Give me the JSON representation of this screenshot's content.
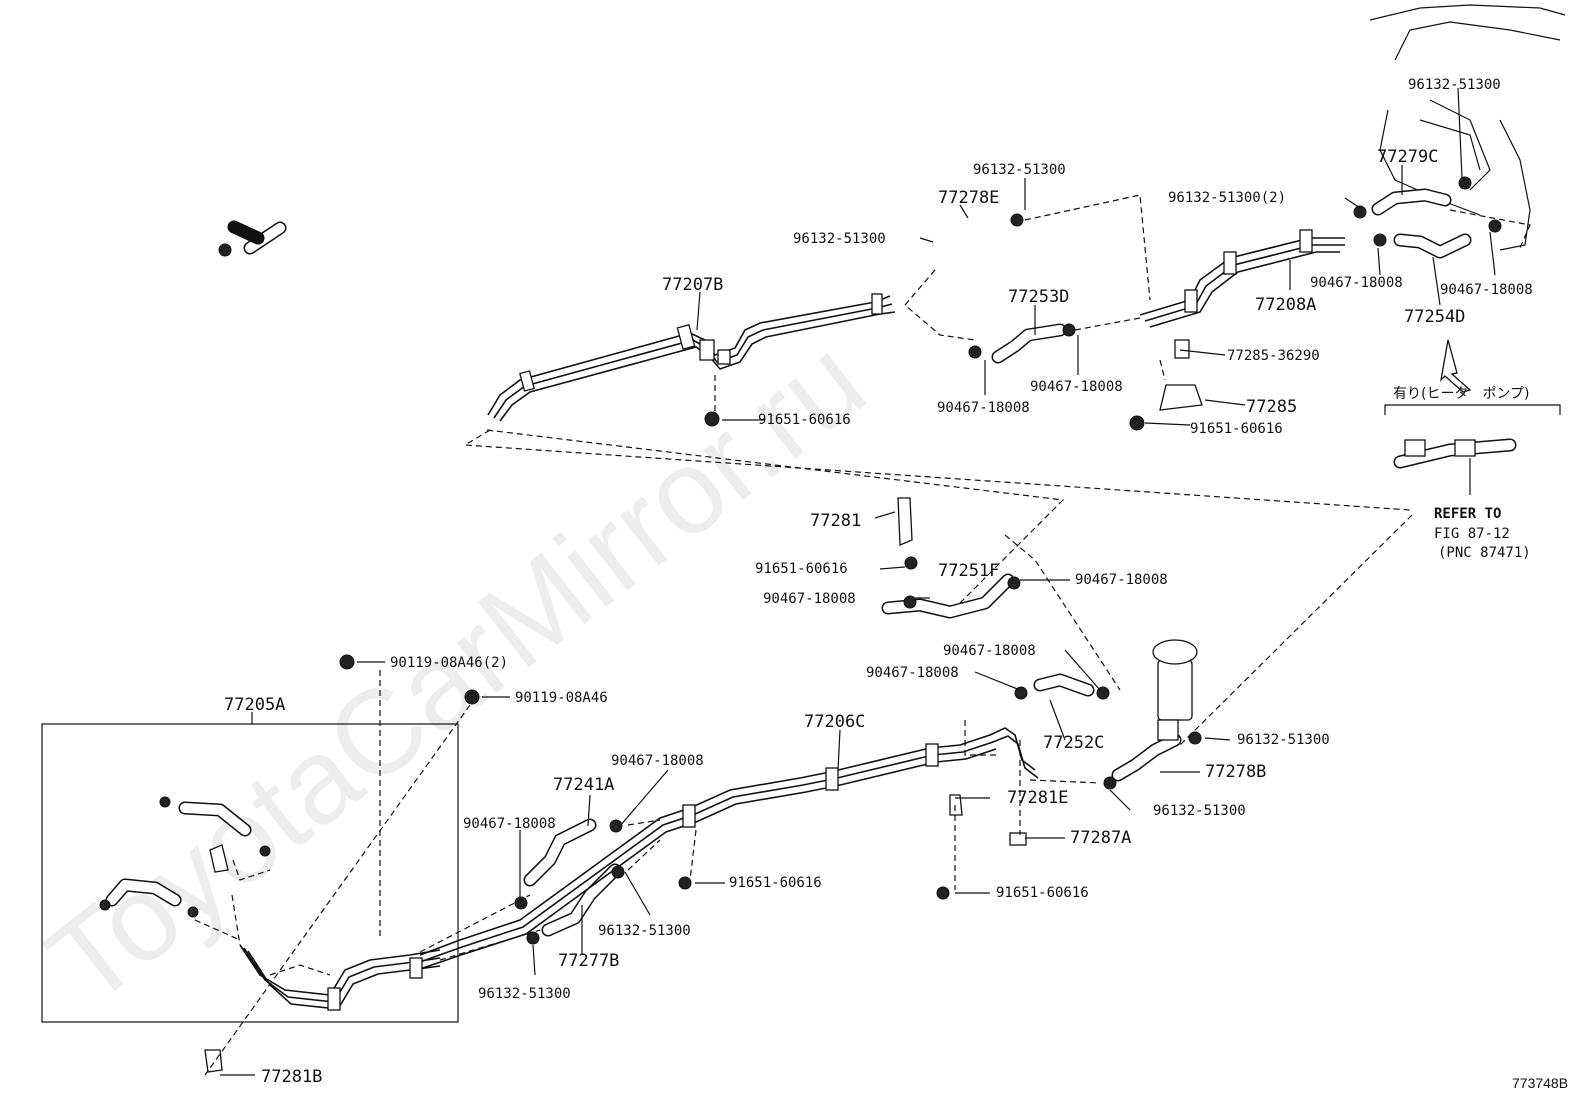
{
  "watermark": "ToyotaCarMirror.ru",
  "figure_id": "773748B",
  "note_jp": "有り(ヒータ　ポンプ)",
  "refer": {
    "line1": "REFER TO",
    "line2": "FIG 87-12",
    "line3": "(PNC 87471)"
  },
  "labels": [
    "77207B",
    "77278E",
    "96132-51300",
    "96132-51300",
    "77253D",
    "90467-18008",
    "90467-18008",
    "91651-60616",
    "96132-51300(2)",
    "77208A",
    "77285-36290",
    "77285",
    "91651-60616",
    "96132-51300",
    "77279C",
    "90467-18008",
    "90467-18008",
    "77254D",
    "77281",
    "91651-60616",
    "77251F",
    "90467-18008",
    "90467-18008",
    "90119-08A46(2)",
    "90119-08A46",
    "77205A",
    "90467-18008",
    "90467-18008",
    "77241A",
    "90467-18008",
    "77206C",
    "77252C",
    "96132-51300",
    "77278B",
    "96132-51300",
    "77281E",
    "77287A",
    "91651-60616",
    "91651-60616",
    "96132-51300",
    "77277B",
    "96132-51300",
    "77281B"
  ]
}
